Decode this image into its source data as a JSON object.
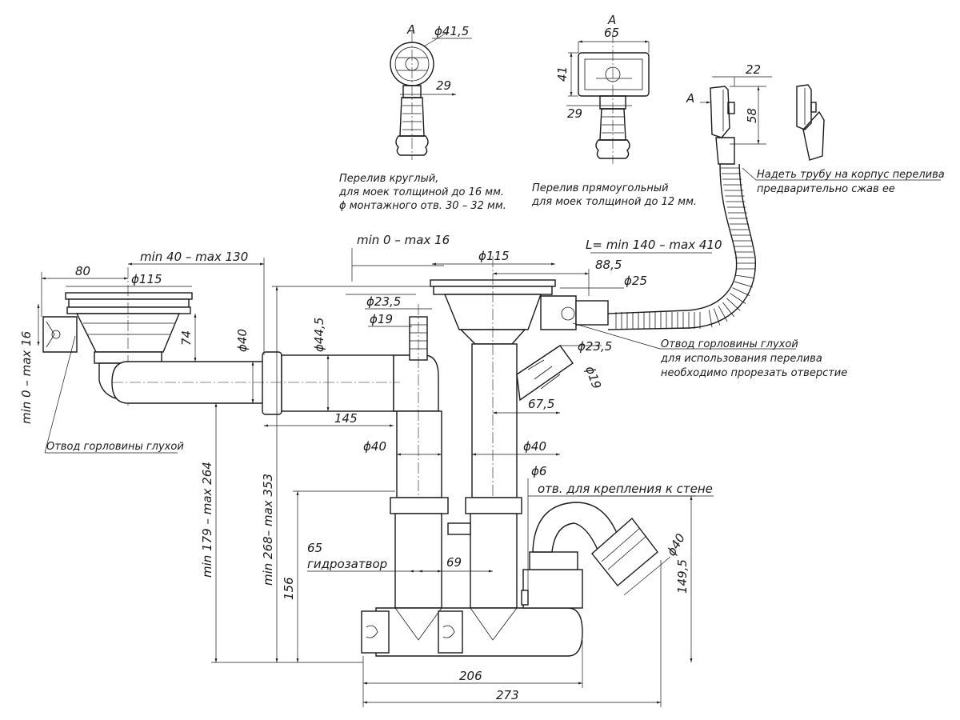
{
  "views": {
    "view_letter_round": "A",
    "view_letter_rect": "A",
    "view_letter_arrow": "A"
  },
  "dims": {
    "round_dia": "ϕ41,5",
    "round_29": "29",
    "rect_65": "65",
    "rect_41": "41",
    "rect_29": "29",
    "side_22": "22",
    "side_58": "58",
    "min0_max16_top": "min 0 – max 16",
    "min40_max130": "min 40 – max 130",
    "d80": "80",
    "phi115_left": "ϕ115",
    "d74": "74",
    "phi40_left": "ϕ40",
    "phi44_5": "ϕ44,5",
    "phi23_5_a": "ϕ23,5",
    "phi19_a": "ϕ19",
    "d145": "145",
    "phi115_right": "ϕ115",
    "d88_5": "88,5",
    "phi25": "ϕ25",
    "L_length": "L= min 140 – max 410",
    "phi23_5_b": "ϕ23,5",
    "phi19_b": "ϕ19",
    "d67_5": "67,5",
    "phi40_mid1": "ϕ40",
    "phi40_mid2": "ϕ40",
    "phi6": "ϕ6",
    "phi40_trap": "ϕ40",
    "d149_5": "149,5",
    "min0_max16_left": "min 0 – max 16",
    "min179_max264": "min 179 – max 264",
    "min268_max353": "min 268– max 353",
    "d156": "156",
    "d65": "65",
    "d69": "69",
    "d206": "206",
    "d273": "273"
  },
  "notes": {
    "round_overflow": [
      "Перелив круглый,",
      "для моек толщиной до 16 мм.",
      "ϕ монтажного отв. 30 – 32 мм."
    ],
    "rect_overflow": [
      "Перелив прямоугольный",
      "для моек толщиной до 12 мм."
    ],
    "put_pipe": [
      "Надеть трубу на корпус перелива",
      "предварительно сжав ее"
    ],
    "blind_outlet_right": [
      "Отвод горловины глухой",
      "для использования перелива",
      "необходимо прорезать отверстие"
    ],
    "blind_outlet_left": "Отвод горловины глухой",
    "wall_hole": "отв. для крепления к стене",
    "water_seal": "гидрозатвор"
  }
}
